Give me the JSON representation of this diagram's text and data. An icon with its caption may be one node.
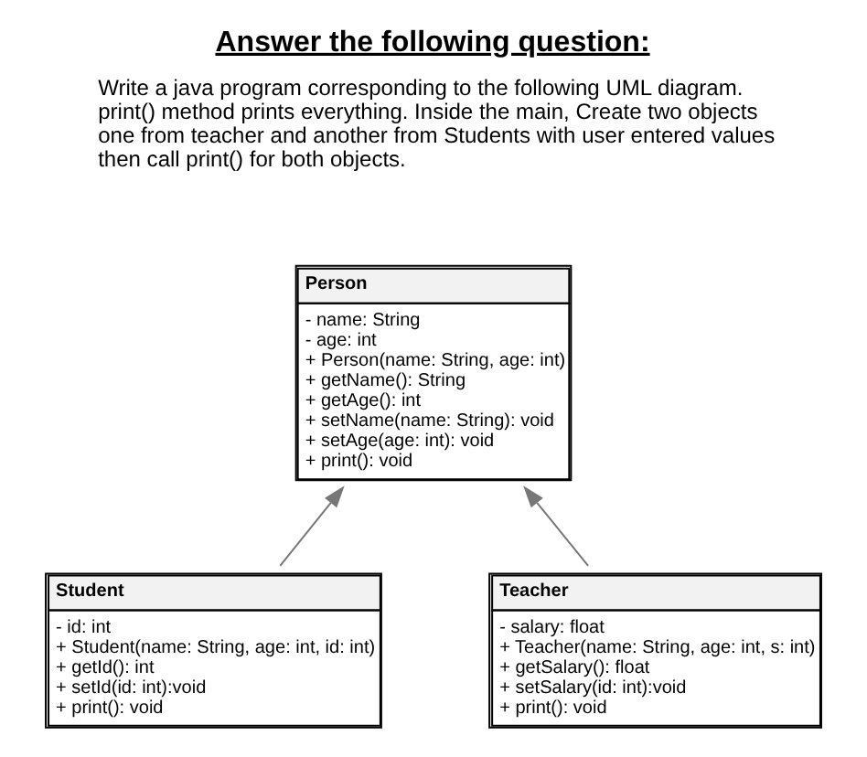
{
  "diagram": {
    "title": "Answer the following question:",
    "nodes": [
      {
        "text": [
          "Person",
          "- name: String",
          "- age: int",
          "+ Person(name: String, age: int)",
          "+ getName(): String",
          "+ getAge(): int",
          "+ setName(name: String): void",
          "+ setAge(age: int): void",
          "+ print(): void"
        ]
      },
      {
        "text": [
          "Student",
          "- id: int",
          "+ Student(name: String, age: int, id: int)",
          "+ getId(): int",
          "+ setId(id: int):void",
          "+ print(): void"
        ]
      },
      {
        "text": [
          "Teacher",
          "- salary: float",
          "+ Teacher(name: String, age: int, s: int)",
          "+ getSalary(): float",
          "+ setSalary(id: int):void",
          "+ print(): void"
        ]
      }
    ],
    "edges": [
      {
        "from": 1,
        "to": 0,
        "arrow": "to"
      },
      {
        "from": 2,
        "to": 0,
        "arrow": "to"
      }
    ],
    "labels": [
      "Write a java program corresponding to the following UML diagram. print() method prints everything. Inside the main, Create two objects one from teacher and another from Students with user entered values then call print() for both objects."
    ]
  }
}
